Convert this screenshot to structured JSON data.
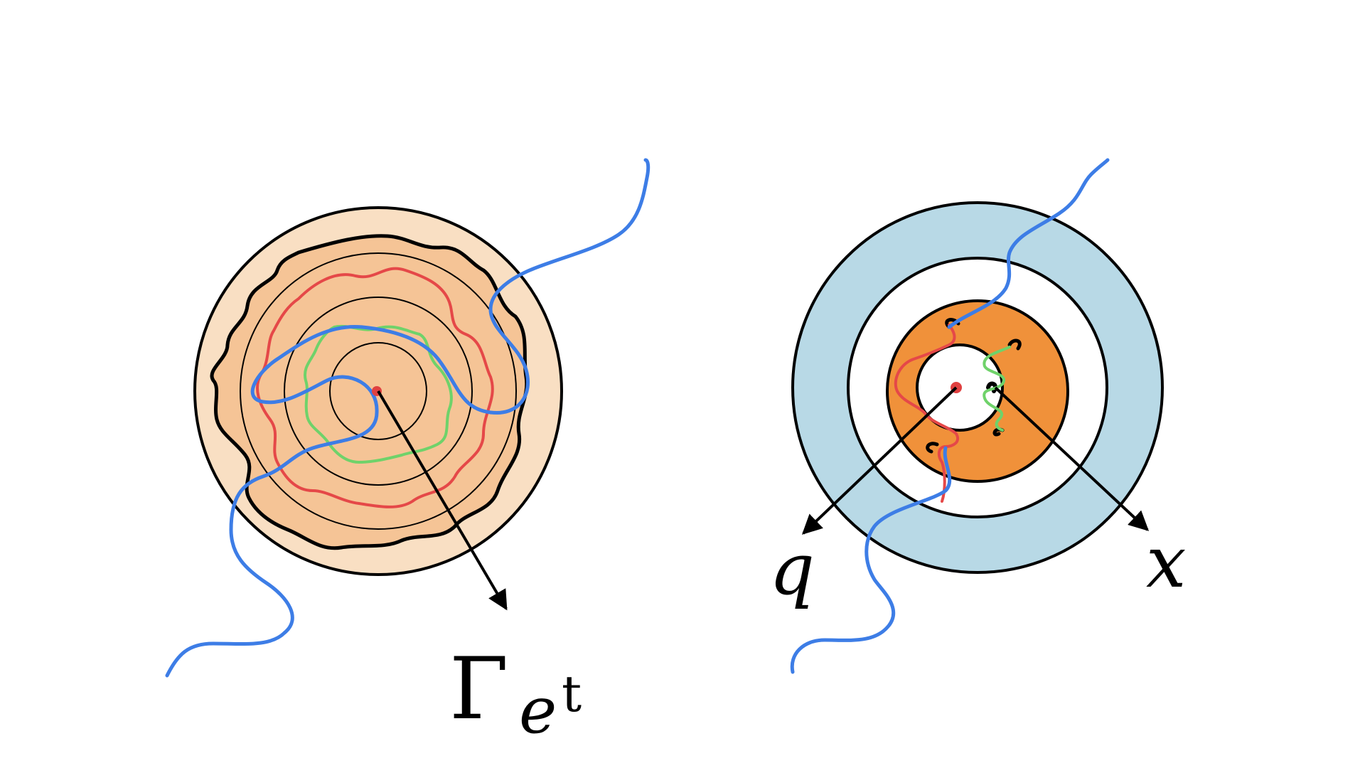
{
  "labels": {
    "gamma": "Γ",
    "gamma_sub": "e",
    "gamma_sup": "t",
    "q": "q",
    "x": "x"
  },
  "colors": {
    "background": "#ffffff",
    "outline": "#000000",
    "left_outer_fill": "#f9dfc3",
    "left_inner_fill": "#f5c496",
    "right_outer_ring": "#b8d9e6",
    "right_inner_ring": "#f0913a",
    "curve_blue": "#3d7de6",
    "curve_red": "#e54848",
    "curve_green": "#6fd26a",
    "center_dot": "#e04040"
  },
  "icons": [
    "arrow-head-icon"
  ]
}
